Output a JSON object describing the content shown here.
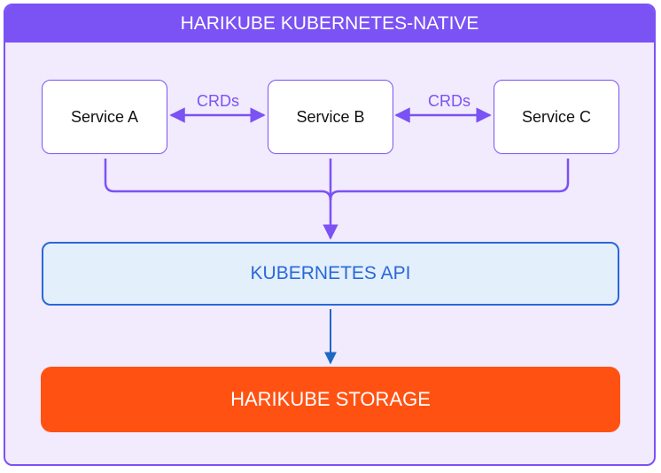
{
  "header": {
    "title": "HARIKUBE KUBERNETES-NATIVE"
  },
  "services": [
    {
      "label": "Service A"
    },
    {
      "label": "Service B"
    },
    {
      "label": "Service C"
    }
  ],
  "links": [
    {
      "label": "CRDs"
    },
    {
      "label": "CRDs"
    }
  ],
  "api": {
    "label": "KUBERNETES API"
  },
  "storage": {
    "label": "HARIKUBE STORAGE"
  },
  "colors": {
    "accent": "#7b52f4",
    "panel_bg": "#f1ebfd",
    "api_border": "#2a68d8",
    "api_bg": "#e3f0fc",
    "storage_bg": "#ff5212"
  }
}
